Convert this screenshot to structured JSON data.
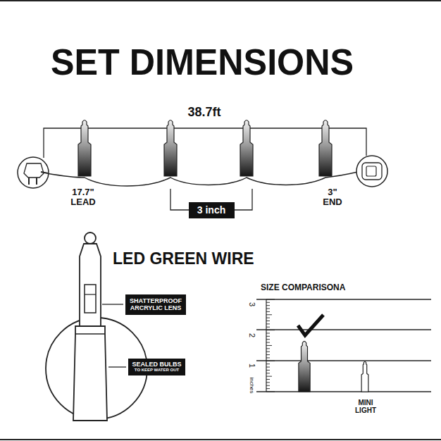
{
  "diagram": {
    "title": "SET DIMENSIONS",
    "nodes": [
      {
        "text": [
          "3 inch"
        ]
      },
      {
        "text": [
          "SHATTERPROOF ARCRYLIC LENS"
        ]
      },
      {
        "text": [
          "SEALED BULBS",
          "TO KEEP WATER OUT"
        ]
      }
    ],
    "labels": [
      "38.7ft",
      "17.7\" LEAD",
      "3\" END",
      "LED GREEN WIRE",
      "SIZE COMPARISONA",
      "3",
      "2",
      "1",
      "inches",
      "MINI LIGHT"
    ]
  }
}
